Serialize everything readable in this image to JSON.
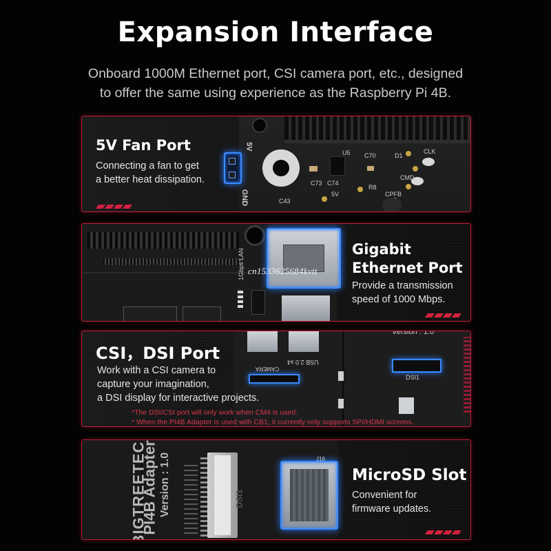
{
  "header": {
    "title": "Expansion Interface",
    "subtitle_lines": [
      "Onboard 1000M Ethernet port, CSI camera port, etc., designed",
      "to offer the same using experience as the Raspberry Pi 4B."
    ]
  },
  "sections": [
    {
      "title": "5V Fan Port",
      "desc_lines": [
        "Connecting a fan to get",
        "a better heat dissipation."
      ],
      "silk": [
        "5V",
        "GND",
        "U5",
        "C43",
        "C73",
        "C74",
        "C70",
        "D1",
        "CLK",
        "CMD",
        "R8",
        "CPFB",
        "5V"
      ]
    },
    {
      "title_lines": [
        "Gigabit",
        "Ethernet Port"
      ],
      "desc_lines": [
        "Provide a transmission",
        "speed of 1000 Mbps."
      ],
      "silk": [
        "1Gbps LAN"
      ]
    },
    {
      "title": "CSI，DSI Port",
      "desc_lines": [
        "Work with a CSI camera to",
        "capture your imagination,",
        "a DSI display for interactive projects."
      ],
      "notes": [
        "*The DSI/CSI port will only work when CM4 is used.",
        "* When the PI4B Adapter is used with CB1, it currently only supports SPI/HDMI screens."
      ],
      "silk": [
        "Version : 1.0",
        "USB 2.0 x4",
        "CAMERA",
        "DSI1"
      ]
    },
    {
      "title": "MicroSD Slot",
      "desc_lines": [
        "Convenient for",
        "firmware updates."
      ],
      "silk": [
        "BIGTREETECH",
        "PI4B Adapter",
        "Version : 1.0",
        "DSI1",
        "J16"
      ]
    }
  ],
  "watermark": "cn1533625684kvtt",
  "colors": {
    "accent": "#c21c3b",
    "glow": "#3b8bff"
  }
}
